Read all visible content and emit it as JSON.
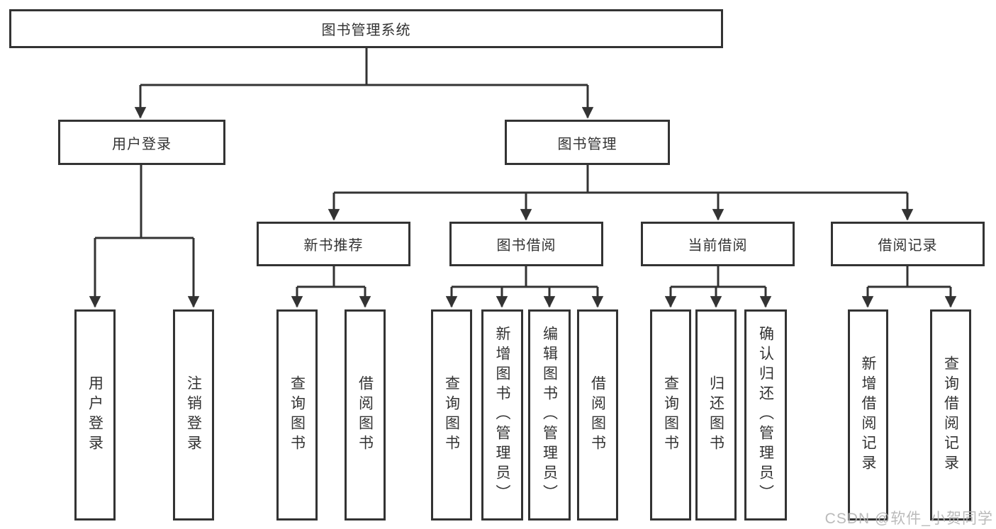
{
  "diagram": {
    "root": {
      "label": "图书管理系统"
    },
    "level2": [
      {
        "label": "用户登录"
      },
      {
        "label": "图书管理"
      }
    ],
    "level3": [
      {
        "label": "新书推荐"
      },
      {
        "label": "图书借阅"
      },
      {
        "label": "当前借阅"
      },
      {
        "label": "借阅记录"
      }
    ],
    "leaves": {
      "user_login": [
        {
          "label": "用户登录"
        },
        {
          "label": "注销登录"
        }
      ],
      "new_book_recommendation": [
        {
          "label": "查询图书"
        },
        {
          "label": "借阅图书"
        }
      ],
      "book_borrowing": [
        {
          "label": "查询图书"
        },
        {
          "label": "新增图书（管理员）"
        },
        {
          "label": "编辑图书（管理员）"
        },
        {
          "label": "借阅图书"
        }
      ],
      "current_borrowing": [
        {
          "label": "查询图书"
        },
        {
          "label": "归还图书"
        },
        {
          "label": "确认归还（管理员）"
        }
      ],
      "borrowing_records": [
        {
          "label": "新增借阅记录"
        },
        {
          "label": "查询借阅记录"
        }
      ]
    }
  },
  "watermark": {
    "text": "CSDN @软件_小贺同学"
  },
  "colors": {
    "line": "#333333",
    "box_border": "#333333",
    "text": "#333333",
    "watermark": "#b5b5b5",
    "background": "#ffffff"
  }
}
